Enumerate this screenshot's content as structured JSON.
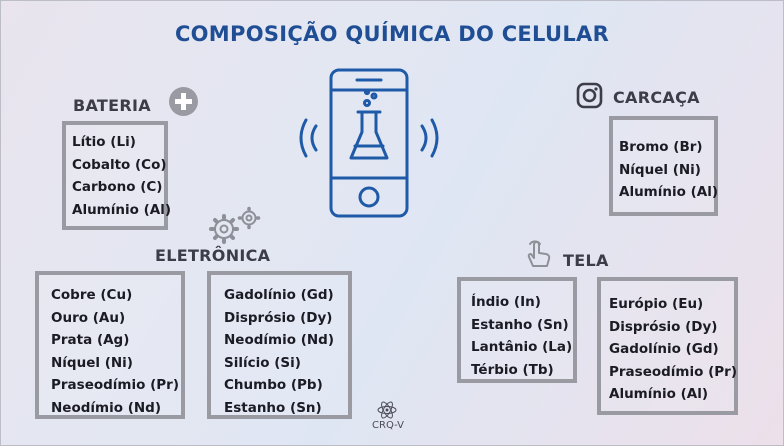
{
  "title": "COMPOSIÇÃO QUÍMICA DO CELULAR",
  "sections": {
    "bateria": {
      "label": "BATERIA",
      "items": [
        {
          "name": "Lítio",
          "symbol": "(Li)"
        },
        {
          "name": "Cobalto",
          "symbol": "(Co)"
        },
        {
          "name": "Carbono",
          "symbol": "(C)"
        },
        {
          "name": "Alumínio",
          "symbol": "(Al)"
        }
      ]
    },
    "carcaca": {
      "label": "CARCAÇA",
      "items": [
        {
          "name": "Bromo",
          "symbol": "(Br)"
        },
        {
          "name": "Níquel",
          "symbol": "(Ni)"
        },
        {
          "name": "Alumínio",
          "symbol": "(Al)"
        }
      ]
    },
    "eletronica": {
      "label": "ELETRÔNICA",
      "column1": [
        {
          "name": "Cobre",
          "symbol": "(Cu)"
        },
        {
          "name": "Ouro",
          "symbol": "(Au)"
        },
        {
          "name": "Prata",
          "symbol": "(Ag)"
        },
        {
          "name": "Níquel",
          "symbol": "(Ni)"
        },
        {
          "name": "Praseodímio",
          "symbol": "(Pr)"
        },
        {
          "name": "Neodímio",
          "symbol": "(Nd)"
        }
      ],
      "column2": [
        {
          "name": "Gadolínio",
          "symbol": "(Gd)"
        },
        {
          "name": "Disprósio",
          "symbol": "(Dy)"
        },
        {
          "name": "Neodímio",
          "symbol": "(Nd)"
        },
        {
          "name": "Silício",
          "symbol": "(Si)"
        },
        {
          "name": "Chumbo",
          "symbol": "(Pb)"
        },
        {
          "name": "Estanho",
          "symbol": "(Sn)"
        }
      ]
    },
    "tela": {
      "label": "TELA",
      "column1": [
        {
          "name": "Índio",
          "symbol": "(In)"
        },
        {
          "name": "Estanho",
          "symbol": "(Sn)"
        },
        {
          "name": "Lantânio",
          "symbol": "(La)"
        },
        {
          "name": "Térbio",
          "symbol": "(Tb)"
        }
      ],
      "column2": [
        {
          "name": "Európio",
          "symbol": "(Eu)"
        },
        {
          "name": "Disprósio",
          "symbol": "(Dy)"
        },
        {
          "name": "Gadolínio",
          "symbol": "(Gd)"
        },
        {
          "name": "Praseodímio",
          "symbol": "(Pr)"
        },
        {
          "name": "Alumínio",
          "symbol": "(Al)"
        }
      ]
    }
  },
  "credit": "CRQ-V",
  "icons": {
    "phone": "phone-flask-icon",
    "bateria": "plus-circle-icon",
    "carcaca": "instagram-style-icon",
    "eletronica": "gears-icon",
    "tela": "touch-hand-icon",
    "credit": "atom-icon"
  },
  "colors": {
    "title": "#1f4e95",
    "phone": "#1f5aa8",
    "box_border": "#9a9aa2",
    "section_title": "#3d3d48"
  }
}
